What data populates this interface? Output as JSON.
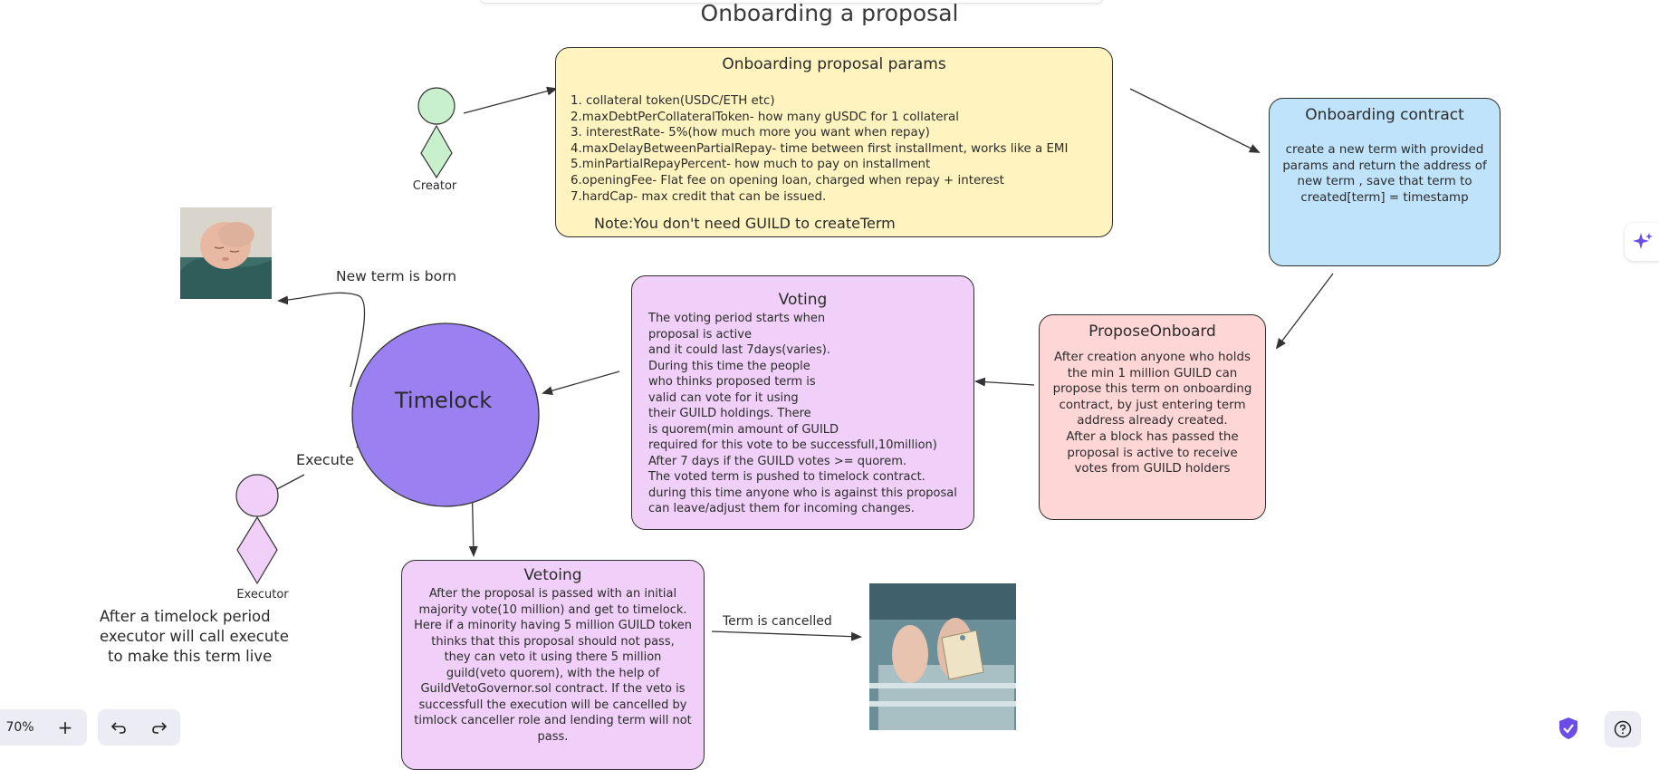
{
  "title": "Onboarding a proposal",
  "params_box": {
    "title": "Onboarding proposal params",
    "lines": [
      "1. collateral token(USDC/ETH etc)",
      "2.maxDebtPerCollateralToken- how many gUSDC for 1 collateral",
      "3. interestRate- 5%(how much more you want when repay)",
      "4.maxDelayBetweenPartialRepay- time between first installment, works like a EMI",
      "5.minPartialRepayPercent- how much to pay on installment",
      "6.openingFee- Flat fee on opening loan, charged when repay  + interest",
      "7.hardCap- max credit that can be issued."
    ],
    "note": "Note:You don't need GUILD to createTerm"
  },
  "contract_box": {
    "title": "Onboarding contract",
    "lines": [
      "create a new term with provided",
      "params and return the address of",
      "new term , save that term to",
      "created[term] = timestamp"
    ]
  },
  "propose_box": {
    "title": "ProposeOnboard",
    "lines": [
      "After creation anyone who holds",
      "the min 1 million GUILD can",
      "propose this term on onboarding",
      "contract, by just entering term",
      "address already created.",
      "After a block has passed the",
      "proposal is active to receive",
      "votes from GUILD holders"
    ]
  },
  "voting_box": {
    "title": "Voting",
    "lines": [
      "The voting period starts when",
      "proposal is active",
      "and it could last 7days(varies).",
      "During this time the people",
      "who thinks proposed term is",
      "valid can vote for it using",
      "their GUILD holdings. There",
      "is quorem(min amount of GUILD",
      "required for this vote to be successfull,10million)",
      "After 7 days if the GUILD votes >= quorem.",
      "The voted term is pushed to timelock contract.",
      "during this time anyone who is against this proposal",
      "can leave/adjust them for incoming changes."
    ]
  },
  "timelock": {
    "label": "Timelock"
  },
  "vetoing_box": {
    "title": "Vetoing",
    "lines": [
      "After the proposal is passed with an initial",
      "majority vote(10 million) and get to timelock.",
      "Here if a minority having 5 million GUILD token",
      "thinks that this proposal should not pass,",
      "they can veto it using there 5 million",
      "guild(veto quorem), with the help of",
      "GuildVetoGovernor.sol contract. If the veto is",
      "successfull the execution will be cancelled by",
      "timlock canceller role and lending term will not",
      "pass."
    ]
  },
  "creator_label": "Creator",
  "executor_label": "Executor",
  "new_term_label": "New term is born",
  "execute_label": "Execute",
  "cancelled_label": "Term is cancelled",
  "executor_note": [
    "After a timelock period",
    "executor will call execute",
    "to make this term live"
  ],
  "toolbar": {
    "zoom": "70%",
    "zoom_in": "+",
    "undo_icon": "undo-icon",
    "redo_icon": "redo-icon",
    "shield_icon": "shield-check-icon",
    "help_icon": "help-icon",
    "sparkle_icon": "sparkle-icon"
  },
  "colors": {
    "yellow": "#fff3bf",
    "blue": "#bfe3fb",
    "red": "#ffd6d6",
    "purple_light": "#f0d0f8",
    "timelock": "#9b80f2",
    "creator_fill": "#c8f0cc",
    "accent": "#6b4ce6"
  }
}
